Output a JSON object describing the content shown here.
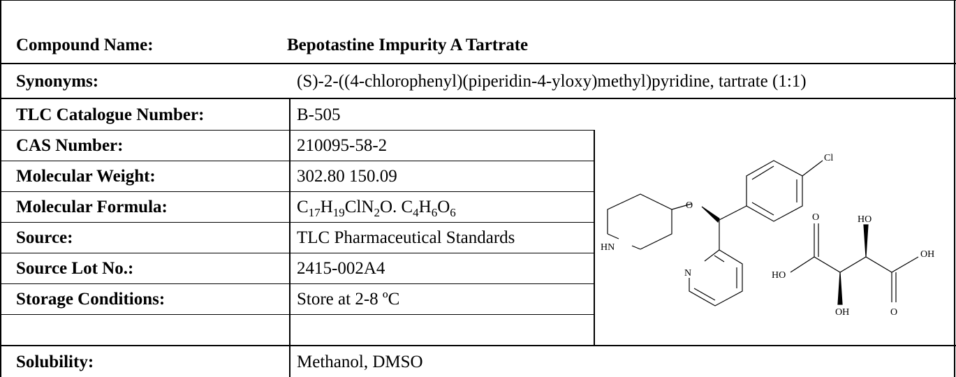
{
  "title": {
    "label": "Compound Name:",
    "value": "Bepotastine Impurity A Tartrate"
  },
  "rows": [
    {
      "label": "Synonyms:",
      "value": "(S)-2-((4-chlorophenyl)(piperidin-4-yloxy)methyl)pyridine, tartrate (1:1)"
    },
    {
      "label": "TLC Catalogue Number:",
      "value": "B-505"
    },
    {
      "label": "CAS Number:",
      "value": "210095-58-2"
    },
    {
      "label": "Molecular Weight:",
      "value": "302.80 150.09"
    },
    {
      "label": "Molecular Formula:",
      "value": "C17H19ClN2O. C4H6O6",
      "parts": [
        "C",
        "17",
        "H",
        "19",
        "ClN",
        "2",
        "O. C",
        "4",
        "H",
        "6",
        "O",
        "6"
      ]
    },
    {
      "label": "Source:",
      "value": "TLC Pharmaceutical Standards"
    },
    {
      "label": "Source Lot No.:",
      "value": "2415-002A4"
    },
    {
      "label": "Storage Conditions:",
      "value": "Store at 2-8 ºC"
    },
    {
      "label": "Solubility:",
      "value": "Methanol, DMSO"
    }
  ],
  "structure_labels": {
    "cl": "Cl",
    "o": "O",
    "hn": "HN",
    "n": "N",
    "o1": "O",
    "ho1": "HO",
    "oh1": "OH",
    "ho2": "HO",
    "oh2": "OH",
    "o2": "O"
  }
}
